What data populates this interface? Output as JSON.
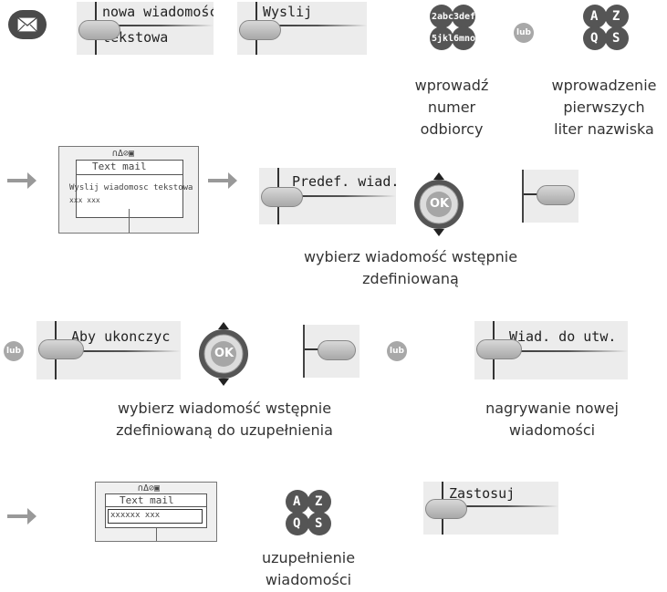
{
  "screens": {
    "s1_line1": "nowa wiadomość",
    "s1_line2": "tekstowa",
    "s2": "Wyslij",
    "s3": "Predef. wiad.",
    "s4": "Aby ukonczyc",
    "s5": "Wiad. do utw.",
    "s6": "Zastosuj"
  },
  "phone_small_1": {
    "status_icons": "∩Δ⊘▣",
    "title": "Text mail",
    "line1": "Wyslij wiadomosc tekstowa",
    "line2": "xxx xxx"
  },
  "phone_small_2": {
    "status_icons": "∩Δ⊘▣",
    "title": "Text mail",
    "line1": "xxxxxx xxx"
  },
  "lub_label": "lub",
  "ok_label": "OK",
  "keypad_num": [
    "2abc",
    "3def",
    "5jkl",
    "6mno"
  ],
  "keypad_alpha": [
    "A",
    "Z",
    "Q",
    "S"
  ],
  "captions": {
    "c1": [
      "wprowadź",
      "numer",
      "odbiorcy"
    ],
    "c2": [
      "wprowadzenie",
      "pierwszych",
      "liter nazwiska"
    ],
    "c3": [
      "wybierz wiadomość wstępnie",
      "zdefiniowaną"
    ],
    "c4": [
      "wybierz wiadomość wstępnie",
      "zdefiniowaną do uzupełnienia"
    ],
    "c5": [
      "nagrywanie nowej",
      "wiadomości"
    ],
    "c6": [
      "uzupełnienie",
      "wiadomości"
    ]
  }
}
